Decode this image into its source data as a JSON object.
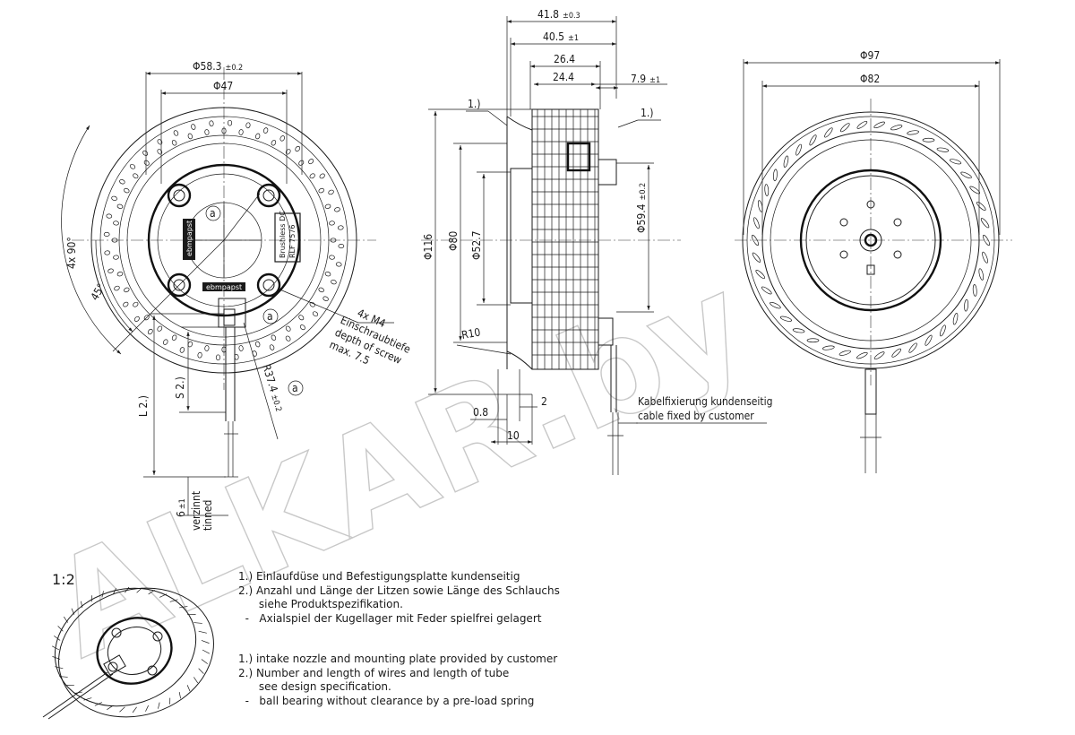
{
  "watermark": "ALKAR.by",
  "scale": "1:2",
  "front_view": {
    "dim_outer": "Φ58.3",
    "dim_outer_tol": "±0.2",
    "dim_inner": "Φ47",
    "angle_4x": "4x 90°",
    "angle_45": "45°",
    "screw_callout_1": "4x M4",
    "screw_callout_2": "Einschraubtiefe",
    "screw_callout_3": "depth of screw",
    "screw_callout_4": "max. 7.5",
    "radius": "R37.4",
    "radius_tol": "±0.2",
    "mark_a": "a",
    "dim_S": "S 2.)",
    "dim_L": "L 2.)",
    "dim_strip": "6",
    "dim_strip_tol": "±1",
    "tinned_de": "verzinnt",
    "tinned_en": "tinned",
    "label_top": "ebmpapst",
    "label_mid": "Brushless DC",
    "label_mid2": "RLF 7576",
    "label_bot": "ebmpapst"
  },
  "side_view": {
    "d1": "41.8",
    "d1_tol": "±0.3",
    "d2": "40.5",
    "d2_tol": "±1",
    "d3": "26.4",
    "d4": "24.4",
    "d5": "7.9",
    "d5_tol": "±1",
    "note_ref_1": "1.)",
    "note_ref_2": "1.)",
    "dia_116": "Φ116",
    "dia_80": "Φ80",
    "dia_52_7": "Φ52.7",
    "dia_59_4": "Φ59.4",
    "dia_59_4_tol": "±0.2",
    "radius_10": "R10",
    "dim_0_8": "0.8",
    "dim_2": "2",
    "dim_10": "10",
    "cable_de": "Kabelfixierung kundenseitig",
    "cable_en": "cable fixed by customer"
  },
  "rear_view": {
    "dia_97": "Φ97",
    "dia_82": "Φ82"
  },
  "notes": {
    "de": [
      "1.) Einlaufdüse und Befestigungsplatte kundenseitig",
      "2.) Anzahl und Länge der Litzen sowie Länge des Schlauchs",
      "      siehe Produktspezifikation.",
      "  -   Axialspiel der Kugellager mit Feder spielfrei gelagert"
    ],
    "en": [
      "1.) intake nozzle and mounting plate provided by customer",
      "2.) Number and length of wires and length of tube",
      "      see design specification.",
      "  -   ball bearing without clearance by a pre-load spring"
    ]
  }
}
